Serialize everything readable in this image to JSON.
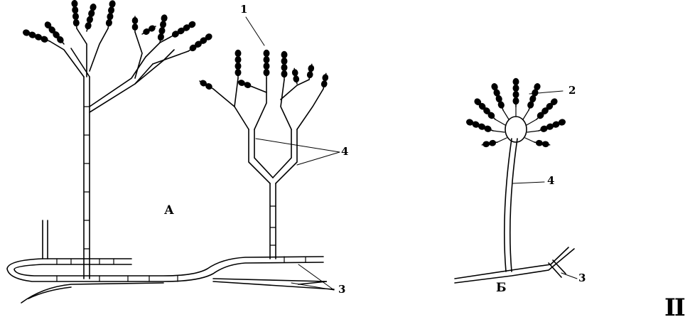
{
  "labels": {
    "label_1": "1",
    "label_2": "2",
    "label_3_a": "3",
    "label_3_b": "3",
    "label_4_a": "4",
    "label_4_b": "4",
    "label_a": "А",
    "label_b": "Б",
    "label_roman": "II"
  },
  "colors": {
    "ink": "#000000",
    "paper": "#ffffff"
  }
}
